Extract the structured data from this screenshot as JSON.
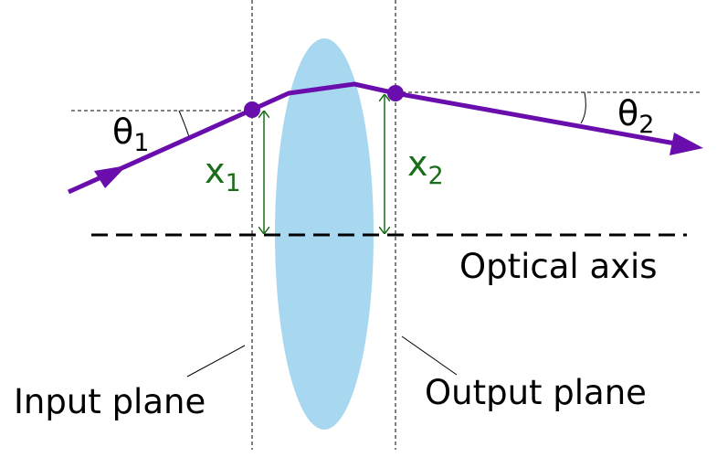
{
  "labels": {
    "theta1": "θ",
    "theta1_sub": "1",
    "theta2": "θ",
    "theta2_sub": "2",
    "x1": "x",
    "x1_sub": "1",
    "x2": "x",
    "x2_sub": "2",
    "optical_axis": "Optical axis",
    "input_plane": "Input plane",
    "output_plane": "Output plane"
  },
  "colors": {
    "ray": "#6a0dad",
    "lens": "#a8d8f0",
    "height_arrows": "#1a6e1a",
    "lines": "#000000"
  }
}
